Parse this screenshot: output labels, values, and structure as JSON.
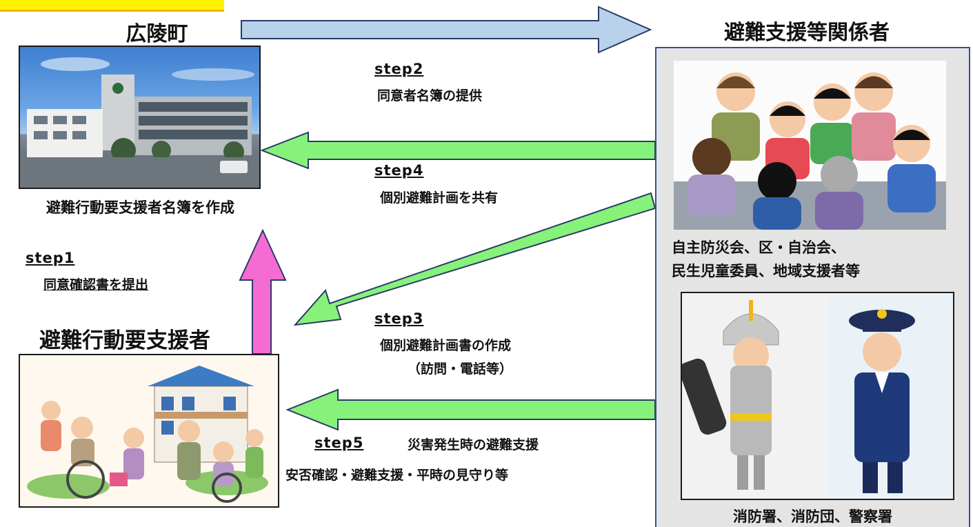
{
  "header": {
    "town": "広陵町",
    "support_parties": "避難支援等関係者",
    "person_needing_support": "避難行動要支援者"
  },
  "townhall": {
    "caption": "避難行動要支援者名簿を作成"
  },
  "steps": {
    "step1": {
      "label": "step1",
      "text": "同意確認書を提出"
    },
    "step2": {
      "label": "step2",
      "text": "同意者名簿の提供"
    },
    "step3": {
      "label": "step3",
      "text": "個別避難計画書の作成",
      "sub": "（訪問・電話等）"
    },
    "step4": {
      "label": "step4",
      "text": "個別避難計画を共有"
    },
    "step5": {
      "label": "step5",
      "title": "災害発生時の避難支援",
      "text": "安否確認・避難支援・平時の見守り等"
    }
  },
  "support_panel": {
    "group_caption_line1": "自主防災会、区・自治会、",
    "group_caption_line2": "民生児童委員、地域支援者等",
    "responders_caption": "消防署、消防団、警察署"
  },
  "colors": {
    "blue_arrow": "#b9d2ec",
    "green_arrow": "#86f27a",
    "pink_arrow": "#f46cd2",
    "panel_border": "#3a4f8c"
  }
}
